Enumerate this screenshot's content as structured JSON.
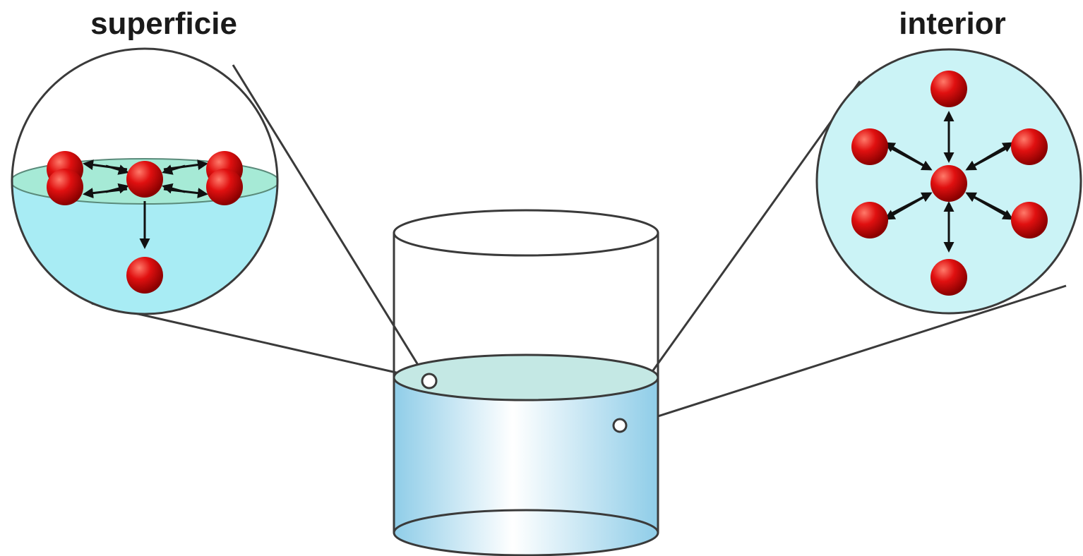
{
  "labels": {
    "surface": "superficie",
    "interior": "interior"
  },
  "colors": {
    "molecule": "#e01010",
    "water": "#a8ecf4",
    "surface_band": "#a6ead6",
    "beaker_water": "#9ad4ee",
    "outline": "#3a3a3a"
  },
  "icons": {
    "molecule": "red-sphere",
    "force": "arrow"
  }
}
